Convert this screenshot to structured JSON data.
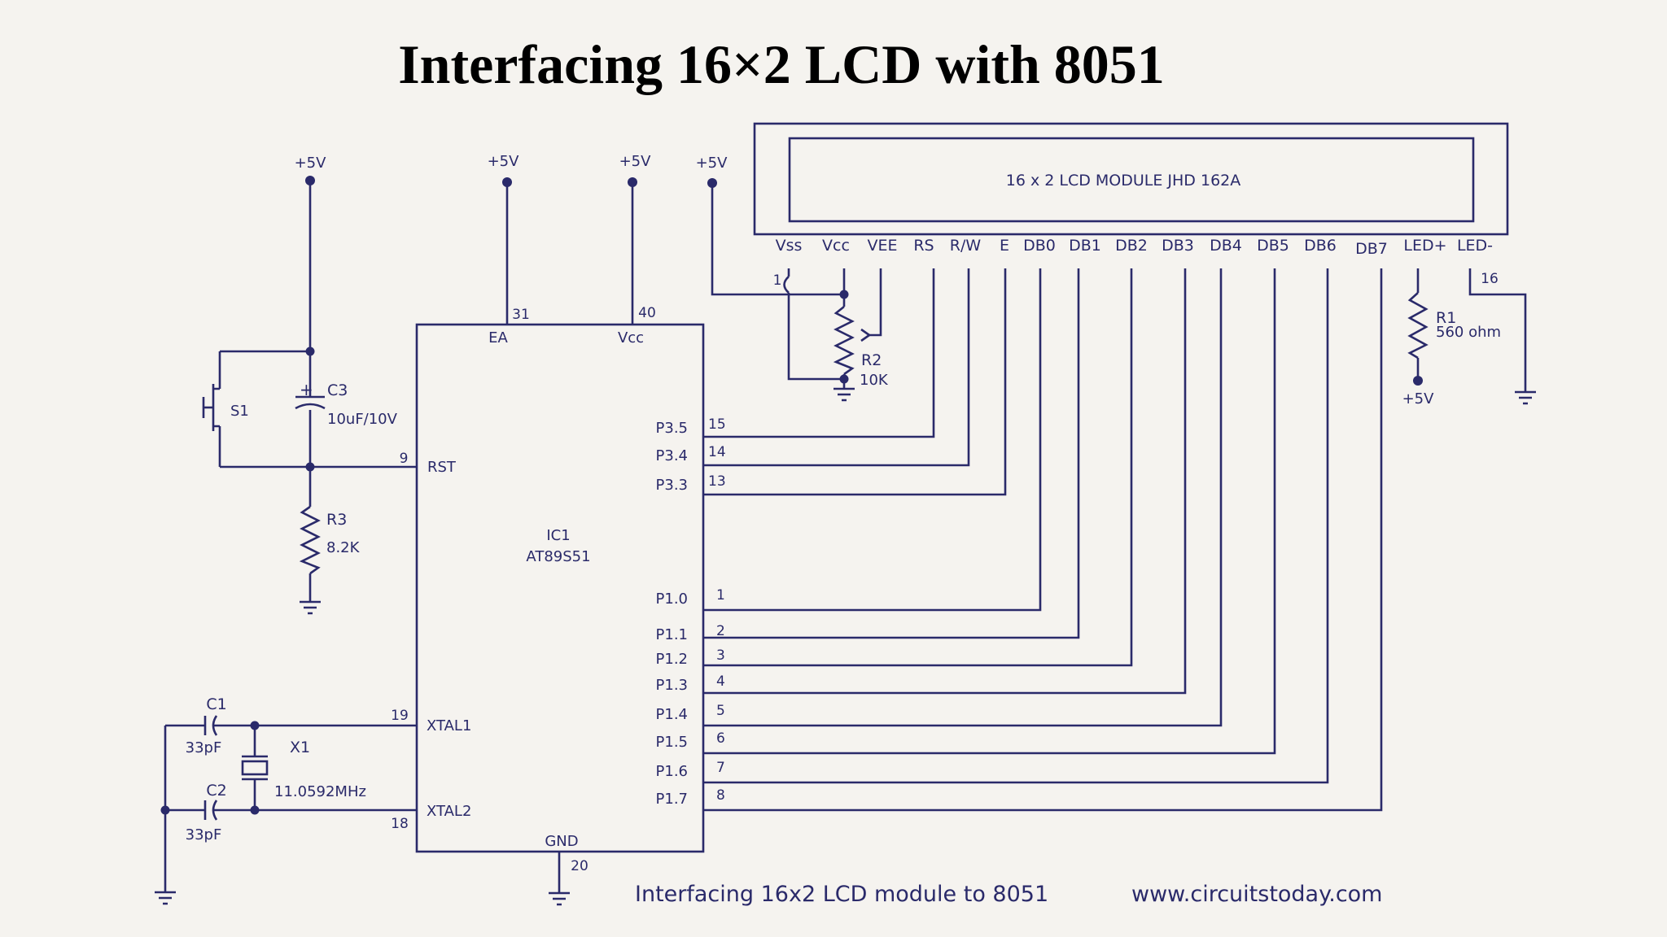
{
  "title": "Interfacing 16×2 LCD with 8051",
  "supply": "+5V",
  "lcd": {
    "module_label": "16 x 2 LCD MODULE  JHD  162A",
    "pins": [
      "Vss",
      "Vcc",
      "VEE",
      "RS",
      "R/W",
      "E",
      "DB0",
      "DB1",
      "DB2",
      "DB3",
      "DB4",
      "DB5",
      "DB6",
      "DB7",
      "LED+",
      "LED-"
    ],
    "pin1": "1",
    "pin16": "16"
  },
  "ic": {
    "ref": "IC1",
    "part": "AT89S51",
    "ea_label": "EA",
    "ea_pin": "31",
    "vcc_label": "Vcc",
    "vcc_pin": "40",
    "rst_label": "RST",
    "rst_pin": "9",
    "xtal1_label": "XTAL1",
    "xtal1_pin": "19",
    "xtal2_label": "XTAL2",
    "xtal2_pin": "18",
    "gnd_label": "GND",
    "gnd_pin": "20",
    "ctrl_ports": [
      {
        "label": "P3.5",
        "pin": "15"
      },
      {
        "label": "P3.4",
        "pin": "14"
      },
      {
        "label": "P3.3",
        "pin": "13"
      }
    ],
    "data_ports": [
      {
        "label": "P1.0",
        "pin": "1"
      },
      {
        "label": "P1.1",
        "pin": "2"
      },
      {
        "label": "P1.2",
        "pin": "3"
      },
      {
        "label": "P1.3",
        "pin": "4"
      },
      {
        "label": "P1.4",
        "pin": "5"
      },
      {
        "label": "P1.5",
        "pin": "6"
      },
      {
        "label": "P1.6",
        "pin": "7"
      },
      {
        "label": "P1.7",
        "pin": "8"
      }
    ]
  },
  "components": {
    "s1": "S1",
    "c3_ref": "C3",
    "c3_value": "10uF/10V",
    "r3_ref": "R3",
    "r3_value": "8.2K",
    "r2_ref": "R2",
    "r2_value": "10K",
    "r1_ref": "R1",
    "r1_value": "560 ohm",
    "c1_ref": "C1",
    "c1_value": "33pF",
    "c2_ref": "C2",
    "c2_value": "33pF",
    "x1_ref": "X1",
    "x1_value": "11.0592MHz",
    "polarity": "+"
  },
  "caption": "Interfacing 16x2 LCD module to 8051",
  "website": "www.circuitstoday.com",
  "colors": {
    "ink": "#2a2a6a",
    "paper": "#f5f3ef",
    "title": "#000000"
  }
}
